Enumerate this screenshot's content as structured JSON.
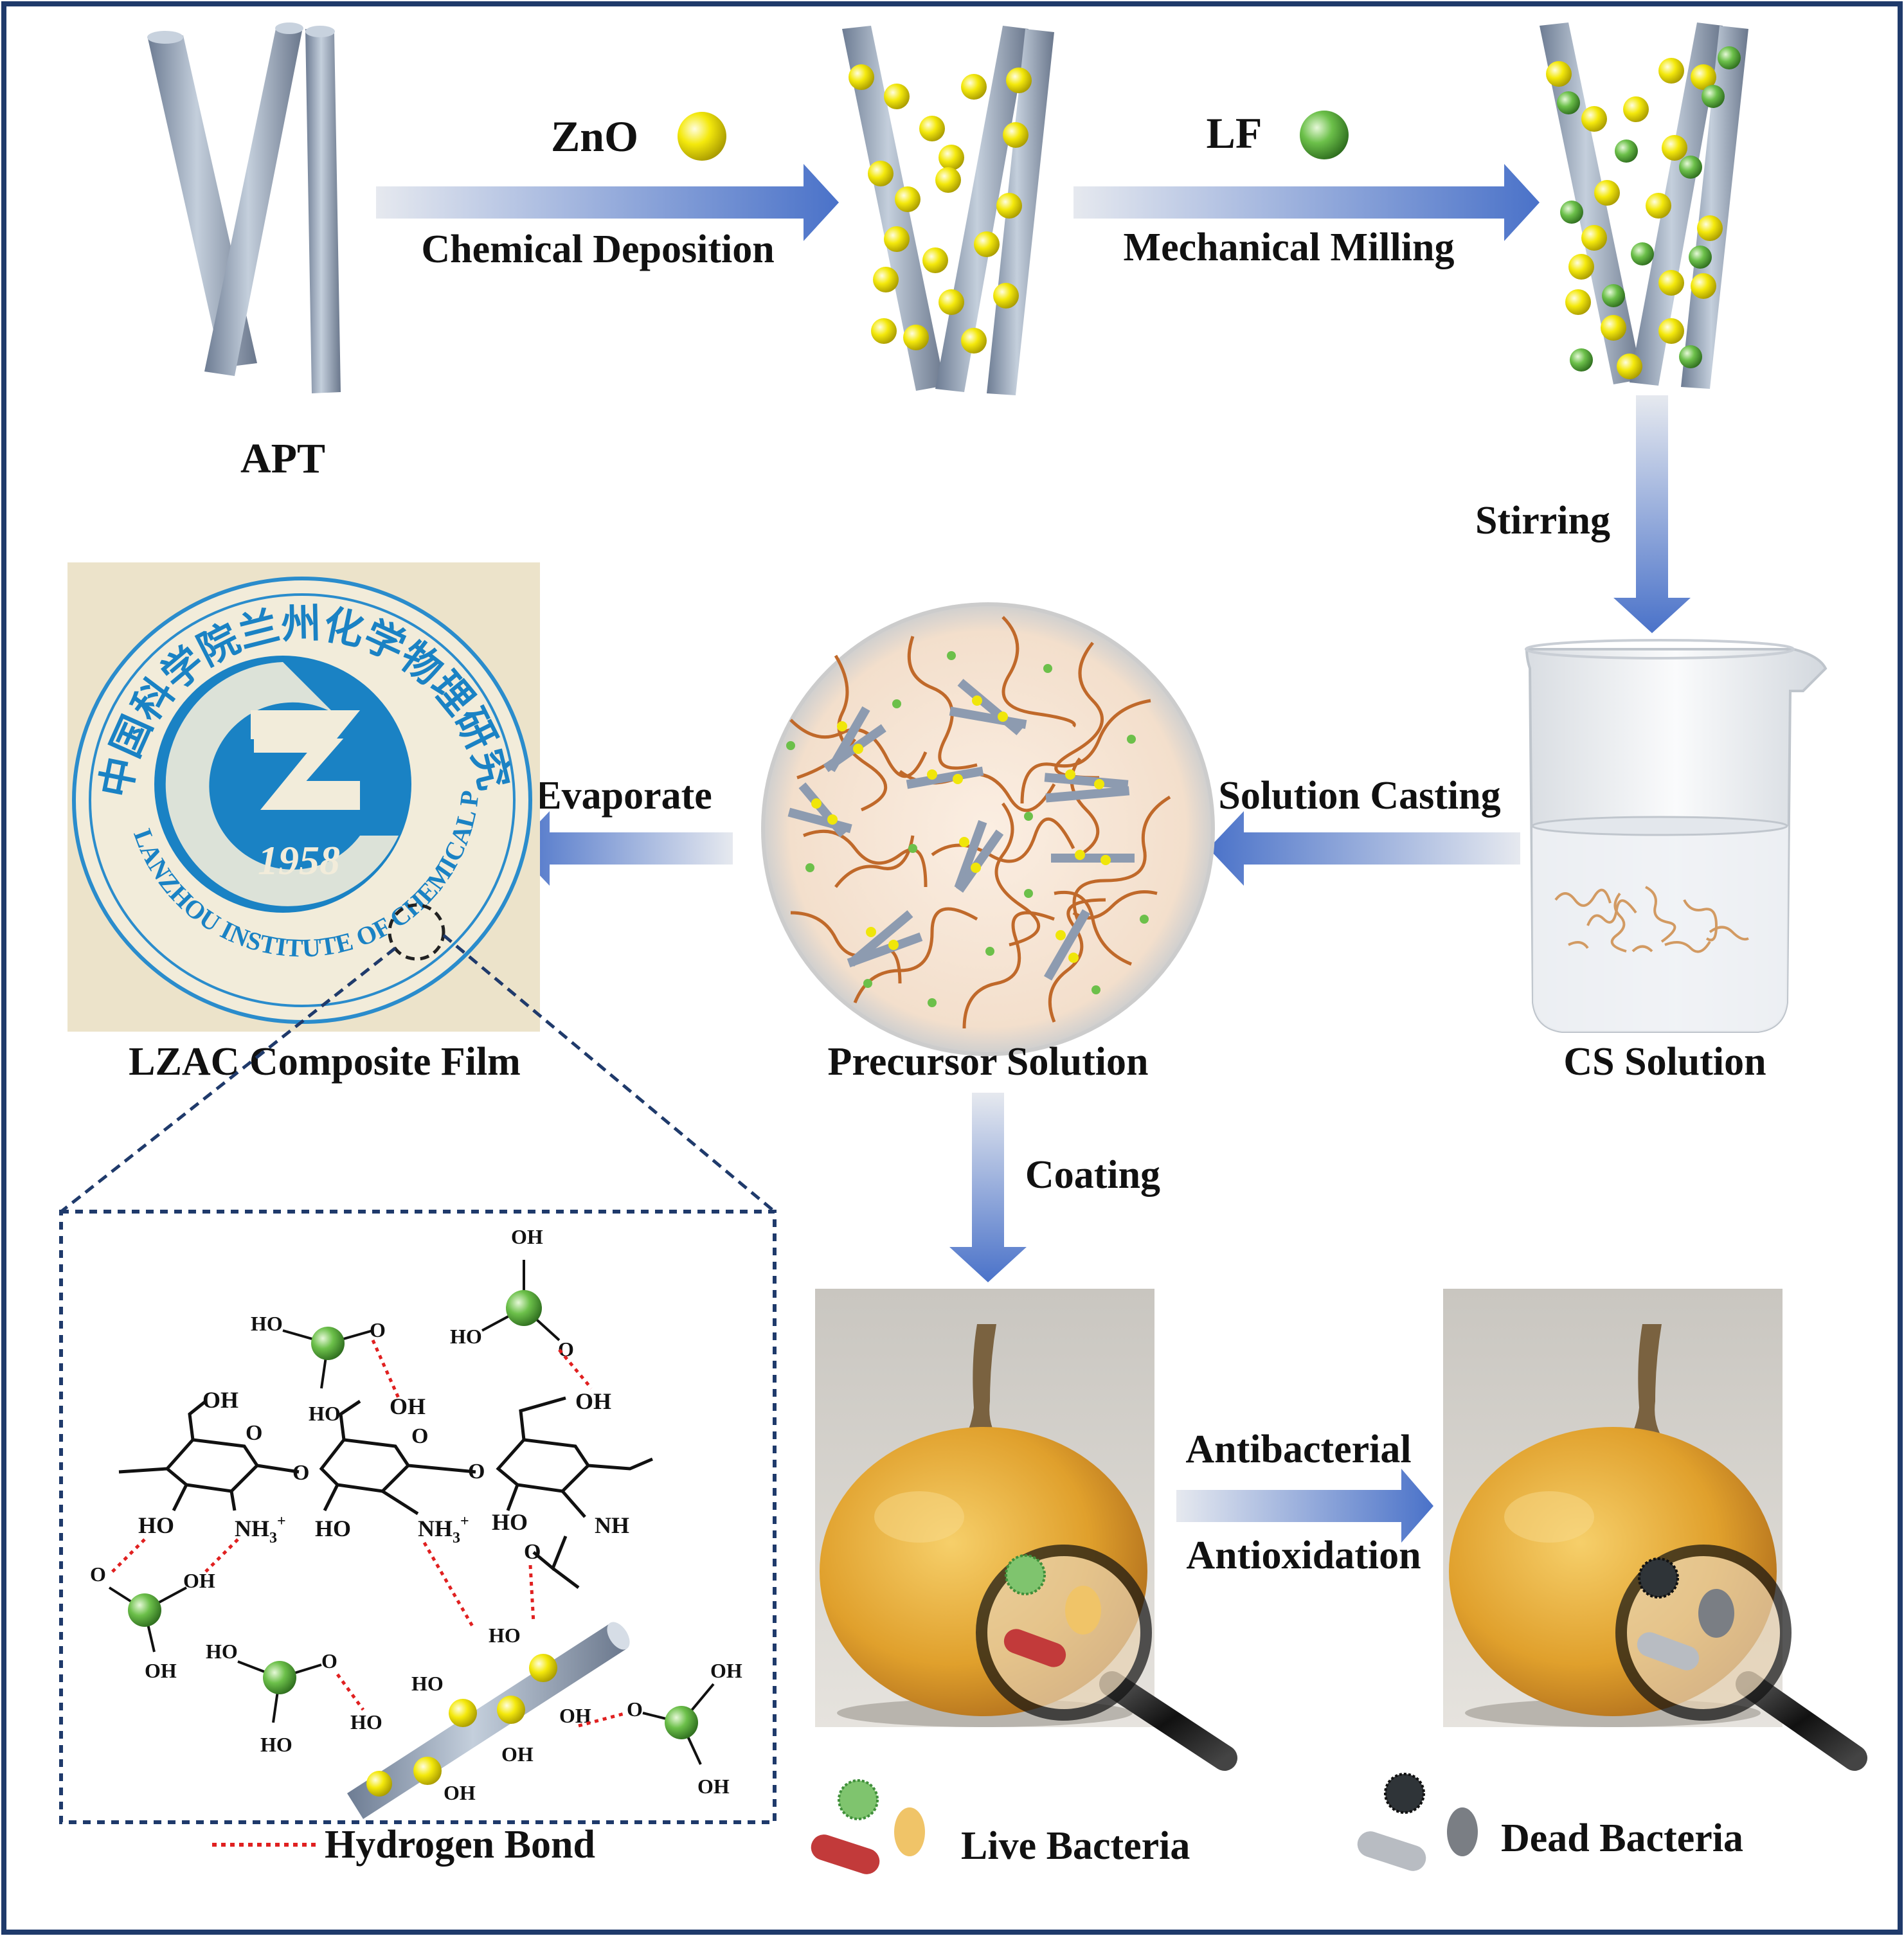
{
  "labels": {
    "apt": "APT",
    "zno": "ZnO",
    "chemical_deposition": "Chemical Deposition",
    "lf": "LF",
    "mechanical_milling": "Mechanical Milling",
    "stirring": "Stirring",
    "cs_solution": "CS Solution",
    "solution_casting": "Solution Casting",
    "precursor_solution": "Precursor Solution",
    "evaporate": "Evaporate",
    "lzac_film": "LZAC Composite Film",
    "coating": "Coating",
    "antibacterial": "Antibacterial",
    "antioxidation": "Antioxidation",
    "live_bacteria": "Live Bacteria",
    "dead_bacteria": "Dead Bacteria",
    "hydrogen_bond": "Hydrogen Bond"
  },
  "seal": {
    "chinese_text": "中国科学院兰州化学物理研究所",
    "english_text": "LANZHOU INSTITUTE OF CHEMICAL PHYSICS CAS",
    "year": "1958"
  },
  "chem": {
    "ho": "HO",
    "oh": "OH",
    "o": "O",
    "nh3": "NH",
    "nh3_sub": "3",
    "nh3_sup": "+",
    "nh": "NH"
  },
  "colors": {
    "frame": "#1f3a6b",
    "arrow": "#4a72c9",
    "rod": "#9aa8bb",
    "zno": "#f0e60a",
    "lf": "#6cc04a",
    "chitosan": "#c0692a",
    "seal_blue": "#1a82c4",
    "fruit": "#e0a02c",
    "hbond": "#e02020",
    "inset_border": "#1f3a6b"
  }
}
